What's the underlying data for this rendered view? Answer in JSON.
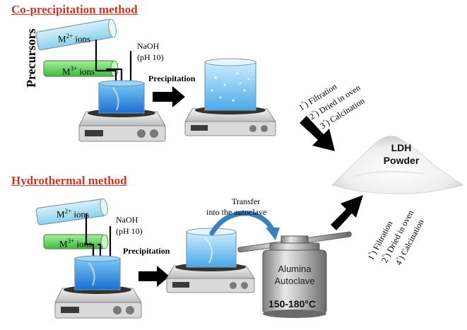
{
  "coprecip": {
    "title": "Co-precipitation method",
    "precursors": "Precursors",
    "m2_base": "M",
    "m2_charge": "2+",
    "m2_tail": " ions",
    "m3_base": "M",
    "m3_charge": "3+",
    "m3_tail": " ions",
    "naoh": "NaOH",
    "ph": "(pH 10)",
    "precipitation": "Precipitation",
    "steps": {
      "s1_num": "1",
      "s1_deg": "°",
      "s1_text": ") Filtration",
      "s2_num": "2",
      "s2_deg": "°",
      "s2_text": ") Dried in oven",
      "s3_num": "3",
      "s3_deg": "°",
      "s3_text": ") Calcination"
    }
  },
  "hydro": {
    "title": "Hydrothermal method",
    "m2_base": "M",
    "m2_charge": "2+",
    "m2_tail": " ions",
    "m3_base": "M",
    "m3_charge": "3+",
    "m3_tail": " ions",
    "naoh": "NaOH",
    "ph": "(pH 10)",
    "precipitation": "Precipitation",
    "transfer_l1": "Transfer",
    "transfer_l2": "into the autoclave",
    "autoclave_l1": "Alumina",
    "autoclave_l2": "Autoclave",
    "temperature": "150-180°C",
    "steps": {
      "s1_num": "1",
      "s1_deg": "°",
      "s1_text": ") Filtration",
      "s2_num": "2",
      "s2_deg": "°",
      "s2_text": ") Dried in oven",
      "s3_num": "4",
      "s3_deg": "°",
      "s3_text": ") Calcination"
    }
  },
  "product": {
    "l1": "LDH",
    "l2": "Powder"
  },
  "colors": {
    "title": "#c0392b",
    "solution_blue": "#2f8fe0",
    "ion_blue": "#9ed8f0",
    "ion_green": "#5ccf5c",
    "arrow": "#000000",
    "transfer_arrow": "#3a7fc0"
  }
}
